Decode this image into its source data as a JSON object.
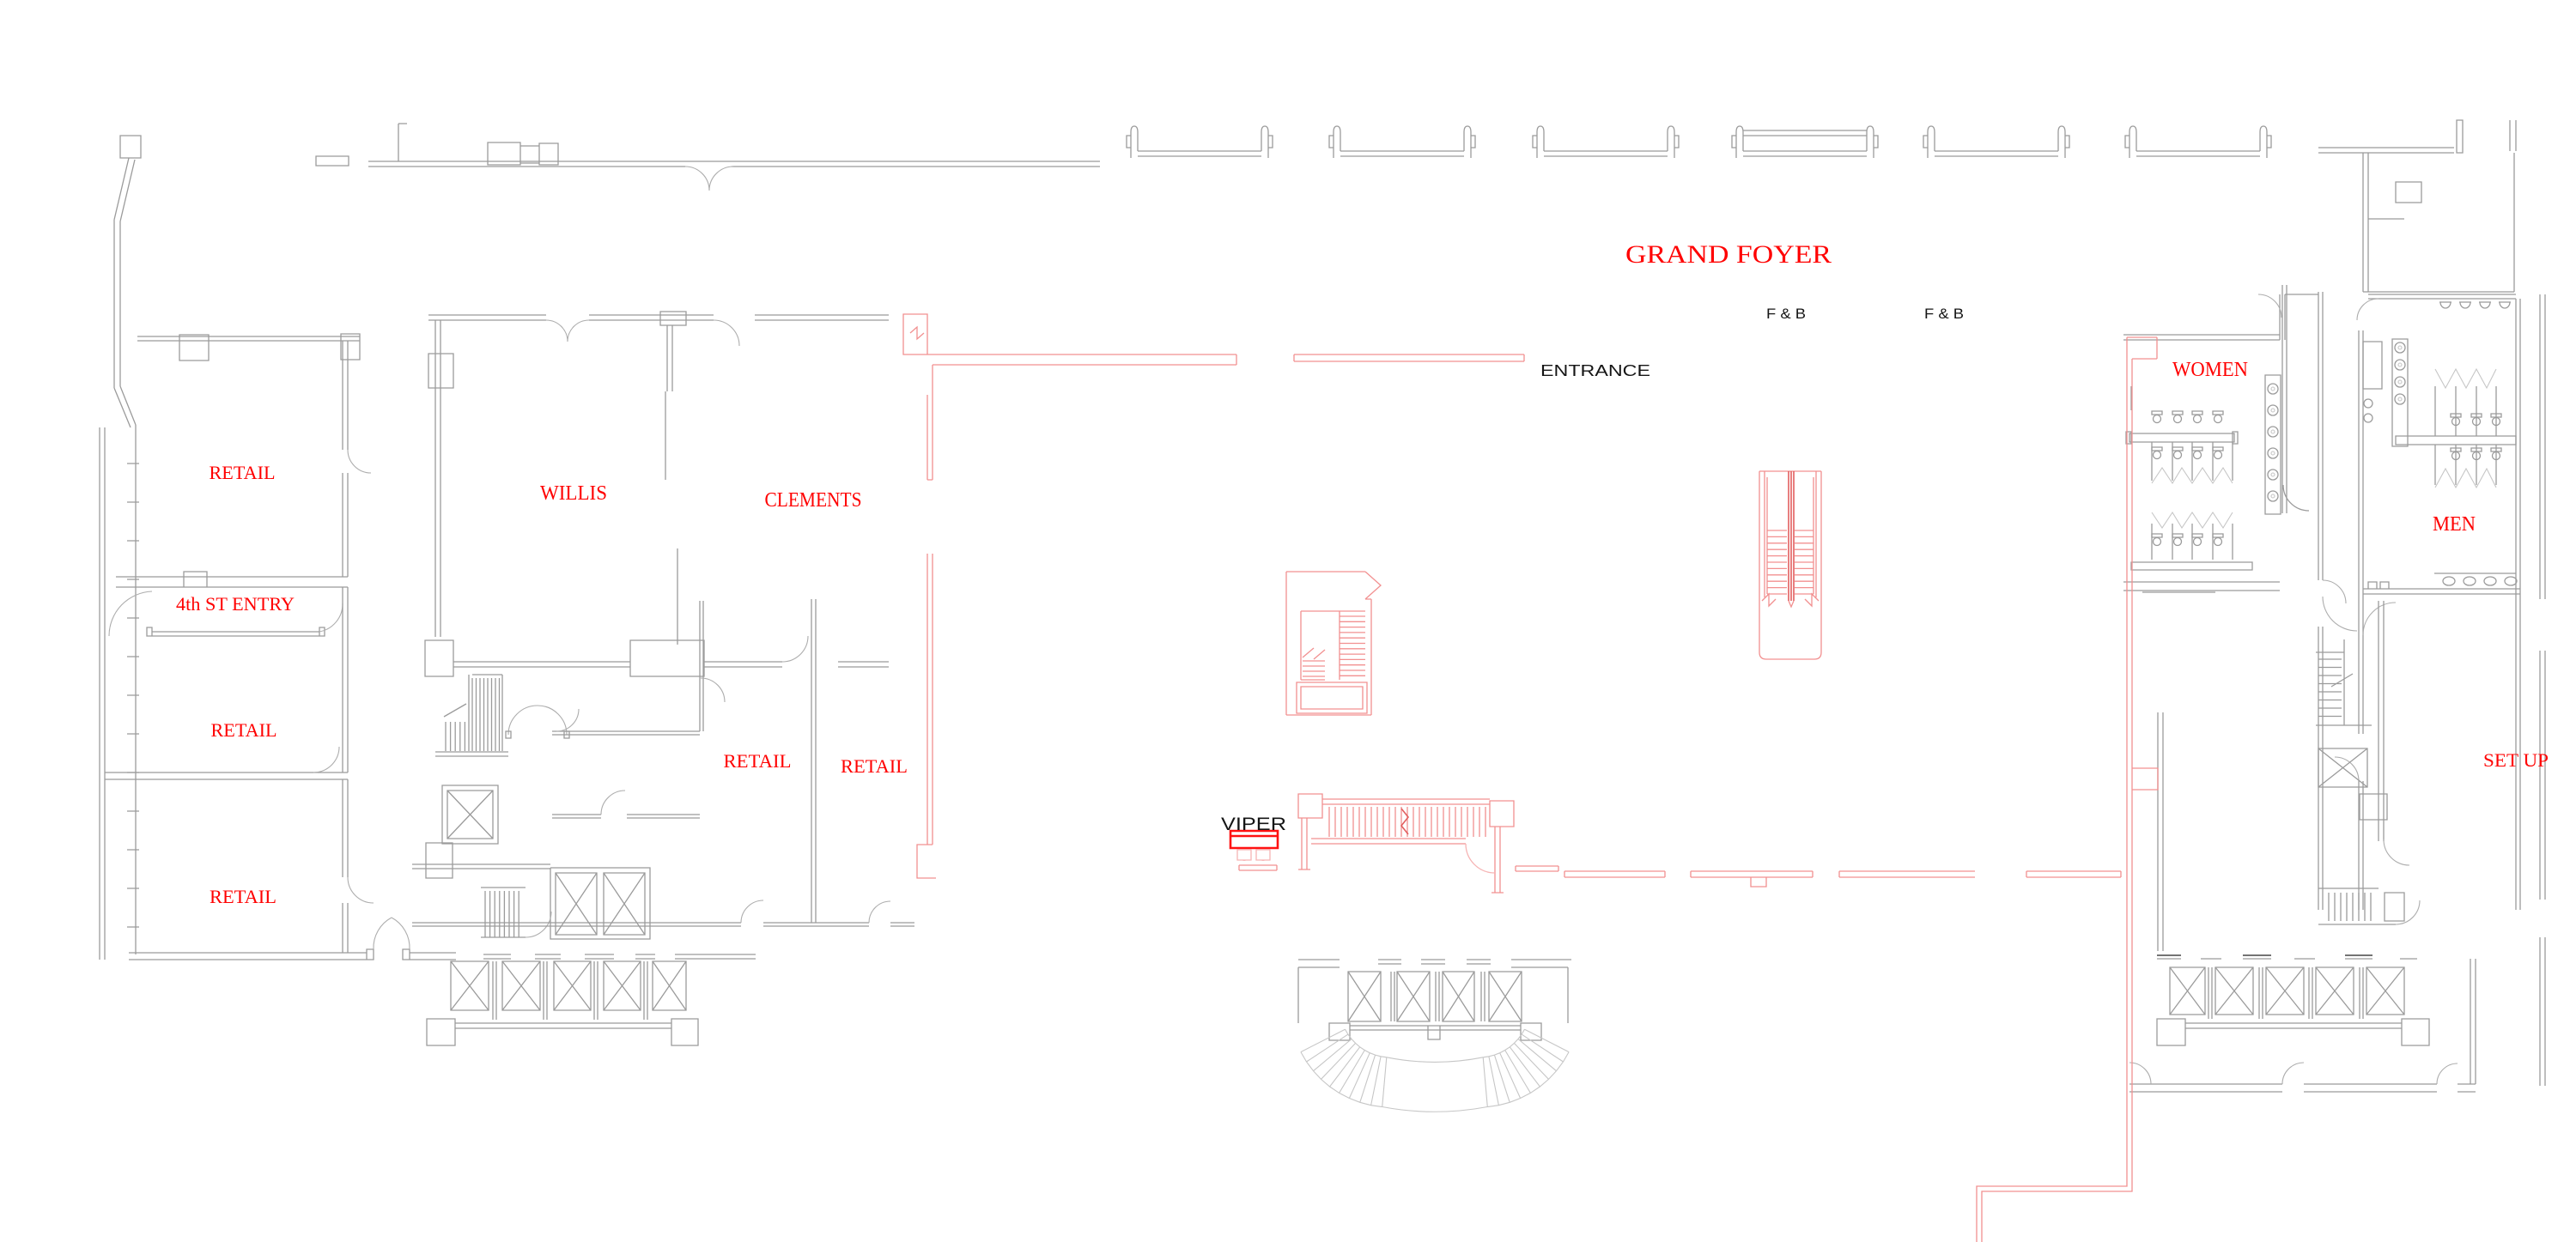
{
  "colors": {
    "label_red": "#ff0000",
    "label_black": "#151515",
    "wall_gray": "#9b9b9b",
    "wall_red": "#f29090",
    "viper_desk_red": "#ff1111",
    "background": "#ffffff"
  },
  "labels": {
    "grand_foyer": "GRAND FOYER",
    "fb_left": "F & B",
    "fb_right": "F & B",
    "entrance": "ENTRANCE",
    "women": "WOMEN",
    "men": "MEN",
    "willis": "WILLIS",
    "clements": "CLEMENTS",
    "retail_nw": "RETAIL",
    "fourth_st_entry": "4th ST ENTRY",
    "retail_w": "RETAIL",
    "retail_sw": "RETAIL",
    "retail_c1": "RETAIL",
    "retail_c2": "RETAIL",
    "viper": "VIPER",
    "set_up": "SET UP"
  }
}
